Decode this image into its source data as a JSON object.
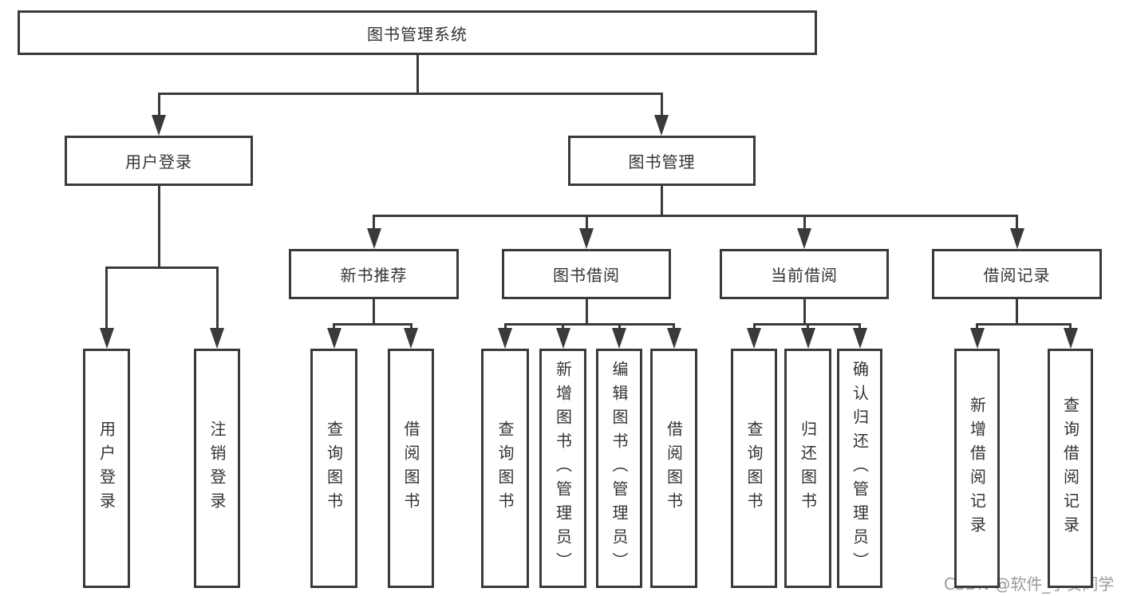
{
  "diagram": {
    "root": {
      "id": "root",
      "label": "图书管理系统"
    },
    "level2": [
      {
        "id": "user-login",
        "label": "用户登录"
      },
      {
        "id": "book-management",
        "label": "图书管理"
      }
    ],
    "level3": [
      {
        "id": "new-book-recommend",
        "label": "新书推荐"
      },
      {
        "id": "book-borrowing",
        "label": "图书借阅"
      },
      {
        "id": "current-borrowing",
        "label": "当前借阅"
      },
      {
        "id": "borrowing-records",
        "label": "借阅记录"
      }
    ],
    "leaves": [
      {
        "id": "leaf-user-login",
        "label": "用户登录",
        "parent": "user-login"
      },
      {
        "id": "leaf-logout",
        "label": "注销登录",
        "parent": "user-login"
      },
      {
        "id": "leaf-query-books-1",
        "label": "查询图书",
        "parent": "new-book-recommend"
      },
      {
        "id": "leaf-borrow-books-1",
        "label": "借阅图书",
        "parent": "new-book-recommend"
      },
      {
        "id": "leaf-query-books-2",
        "label": "查询图书",
        "parent": "book-borrowing"
      },
      {
        "id": "leaf-add-books",
        "label": "新增图书（管理员）",
        "parent": "book-borrowing"
      },
      {
        "id": "leaf-edit-books",
        "label": "编辑图书（管理员）",
        "parent": "book-borrowing"
      },
      {
        "id": "leaf-borrow-books-2",
        "label": "借阅图书",
        "parent": "book-borrowing"
      },
      {
        "id": "leaf-query-books-3",
        "label": "查询图书",
        "parent": "current-borrowing"
      },
      {
        "id": "leaf-return-books",
        "label": "归还图书",
        "parent": "current-borrowing"
      },
      {
        "id": "leaf-confirm-return",
        "label": "确认归还（管理员）",
        "parent": "current-borrowing"
      },
      {
        "id": "leaf-add-borrow-record",
        "label": "新增借阅记录",
        "parent": "borrowing-records"
      },
      {
        "id": "leaf-query-borrow-record",
        "label": "查询借阅记录",
        "parent": "borrowing-records"
      }
    ],
    "watermark": "CSDN @软件_小贺同学",
    "colors": {
      "line": "#3a3a3a",
      "text": "#333333",
      "background": "#ffffff",
      "watermark": "#9b9b9b"
    }
  }
}
